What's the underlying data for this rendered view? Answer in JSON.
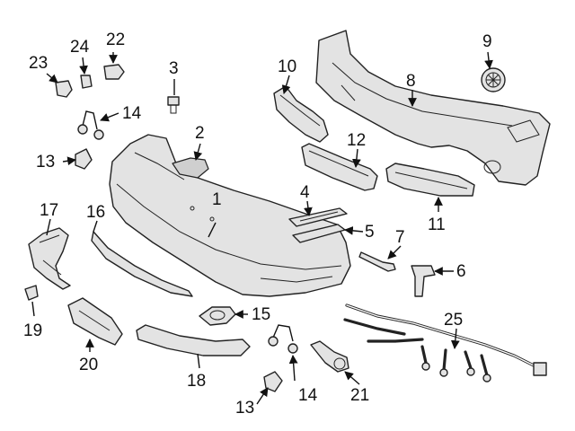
{
  "callouts": {
    "c1": "1",
    "c2": "2",
    "c3": "3",
    "c4": "4",
    "c5": "5",
    "c6": "6",
    "c7": "7",
    "c8": "8",
    "c9": "9",
    "c10": "10",
    "c11": "11",
    "c12": "12",
    "c13a": "13",
    "c13b": "13",
    "c14a": "14",
    "c14b": "14",
    "c15": "15",
    "c16": "16",
    "c17": "17",
    "c18": "18",
    "c19": "19",
    "c20": "20",
    "c21": "21",
    "c22": "22",
    "c23": "23",
    "c24": "24",
    "c25": "25"
  },
  "colors": {
    "line": "#222222",
    "fill": "#e3e3e3",
    "background": "#ffffff"
  }
}
